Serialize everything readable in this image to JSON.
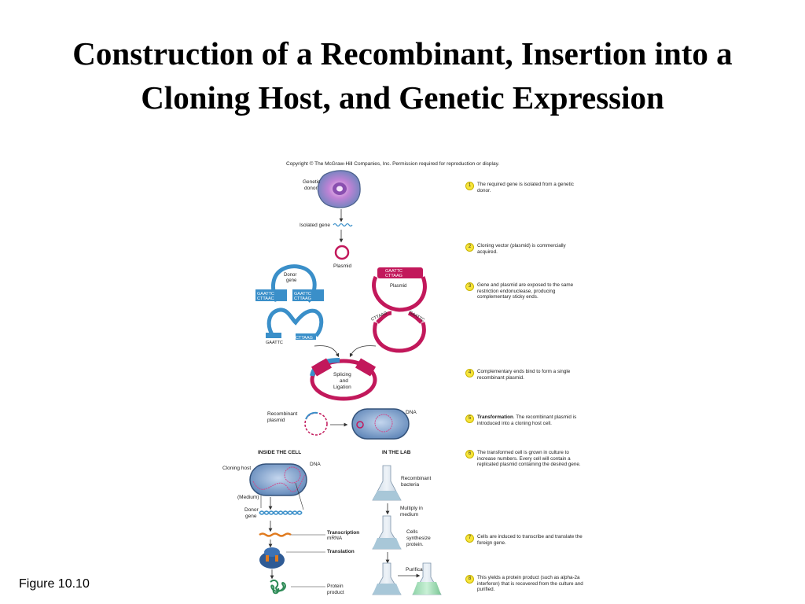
{
  "title_line1": "Construction of a Recombinant, Insertion into a",
  "title_line2": "Cloning Host, and Genetic Expression",
  "figure_label": "Figure 10.10",
  "copyright": "Copyright © The McGraw-Hill Companies, Inc. Permission required for reproduction or display.",
  "labels": {
    "genetic_donor_1": "Genetic",
    "genetic_donor_2": "donor",
    "isolated_gene": "Isolated gene",
    "plasmid": "Plasmid",
    "plasmid_right": "Plasmid",
    "donor_gene_1": "Donor",
    "donor_gene_2": "gene",
    "seq_gaattc": "GAATTC",
    "seq_cttaag": "CTTAAG",
    "seq_cttaac": "CTTAAC",
    "splicing_1": "Splicing",
    "splicing_2": "and",
    "splicing_3": "Ligation",
    "recombinant_1": "Recombinant",
    "recombinant_2": "plasmid",
    "dna": "DNA",
    "dna2": "DNA",
    "inside_cell": "INSIDE THE CELL",
    "in_lab": "IN THE LAB",
    "cloning_host": "Cloning host",
    "medium": "(Medium)",
    "donor_gene_b1": "Donor",
    "donor_gene_b2": "gene",
    "transcription": "Transcription",
    "mrna": "mRNA",
    "translation": "Translation",
    "protein_1": "Protein",
    "protein_2": "product",
    "recomb_bact_1": "Recombinant",
    "recomb_bact_2": "bacteria",
    "multiply_1": "Multiply in",
    "multiply_2": "medium",
    "cells_1": "Cells",
    "cells_2": "synthesize",
    "cells_3": "protein.",
    "purification": "Purification"
  },
  "steps": [
    {
      "num": "1",
      "text": "The required gene is isolated from a genetic donor."
    },
    {
      "num": "2",
      "text": "Cloning vector (plasmid) is commercially acquired."
    },
    {
      "num": "3",
      "text": "Gene and plasmid are exposed to the same restriction endonuclease, producing complementary sticky ends."
    },
    {
      "num": "4",
      "text": "Complementary ends bind to form a single recombinant plasmid."
    },
    {
      "num": "5",
      "bold": "Transformation",
      "text": ". The recombinant plasmid is introduced into a cloning host cell."
    },
    {
      "num": "6",
      "text": "The transformed cell is grown in culture to increase numbers. Every cell will contain a replicated plasmid containing the desired gene."
    },
    {
      "num": "7",
      "text": "Cells are induced to transcribe and translate the foreign gene."
    },
    {
      "num": "8",
      "text": "This yields a protein product (such as alpha-2a interferon) that is recovered from the culture and purified."
    }
  ],
  "colors": {
    "magenta": "#c2185b",
    "blue": "#3a8fc9",
    "cell": "#6f96c2",
    "step_badge": "#f7e53a"
  }
}
